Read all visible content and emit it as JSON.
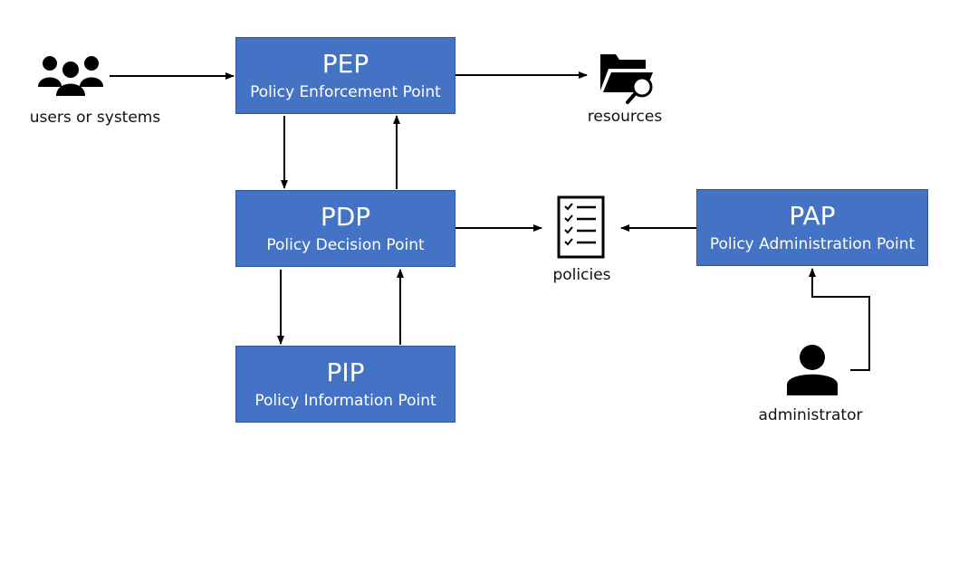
{
  "nodes": {
    "pep": {
      "abbr": "PEP",
      "full": "Policy Enforcement Point"
    },
    "pdp": {
      "abbr": "PDP",
      "full": "Policy Decision Point"
    },
    "pip": {
      "abbr": "PIP",
      "full": "Policy Information Point"
    },
    "pap": {
      "abbr": "PAP",
      "full": "Policy Administration Point"
    }
  },
  "actors": {
    "users": {
      "label": "users or systems",
      "icon": "users-group-icon"
    },
    "resources": {
      "label": "resources",
      "icon": "folder-search-icon"
    },
    "policies": {
      "label": "policies",
      "icon": "checklist-icon"
    },
    "administrator": {
      "label": "administrator",
      "icon": "person-icon"
    }
  },
  "colors": {
    "box_fill": "#4472C4",
    "box_border": "#2F5597",
    "text": "#ffffff",
    "line": "#000000"
  }
}
